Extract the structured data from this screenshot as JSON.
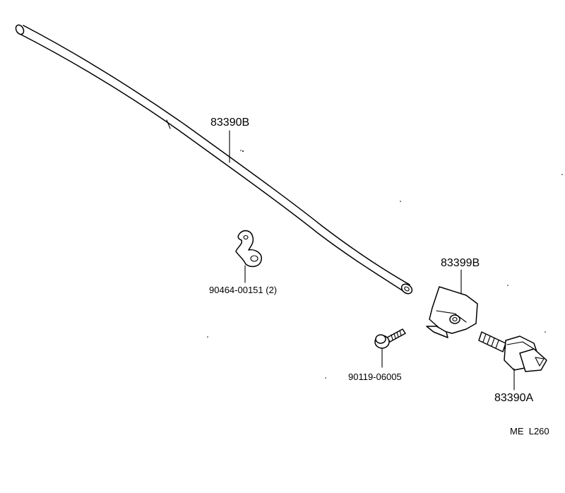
{
  "parts": {
    "outer_cable_label": "83390B",
    "clamp_label": "90464-00151 (2)",
    "screw_label": "90119-06005",
    "bracket_label": "83399B",
    "sender_label": "83390A"
  },
  "diagram_code": "ME  L260"
}
